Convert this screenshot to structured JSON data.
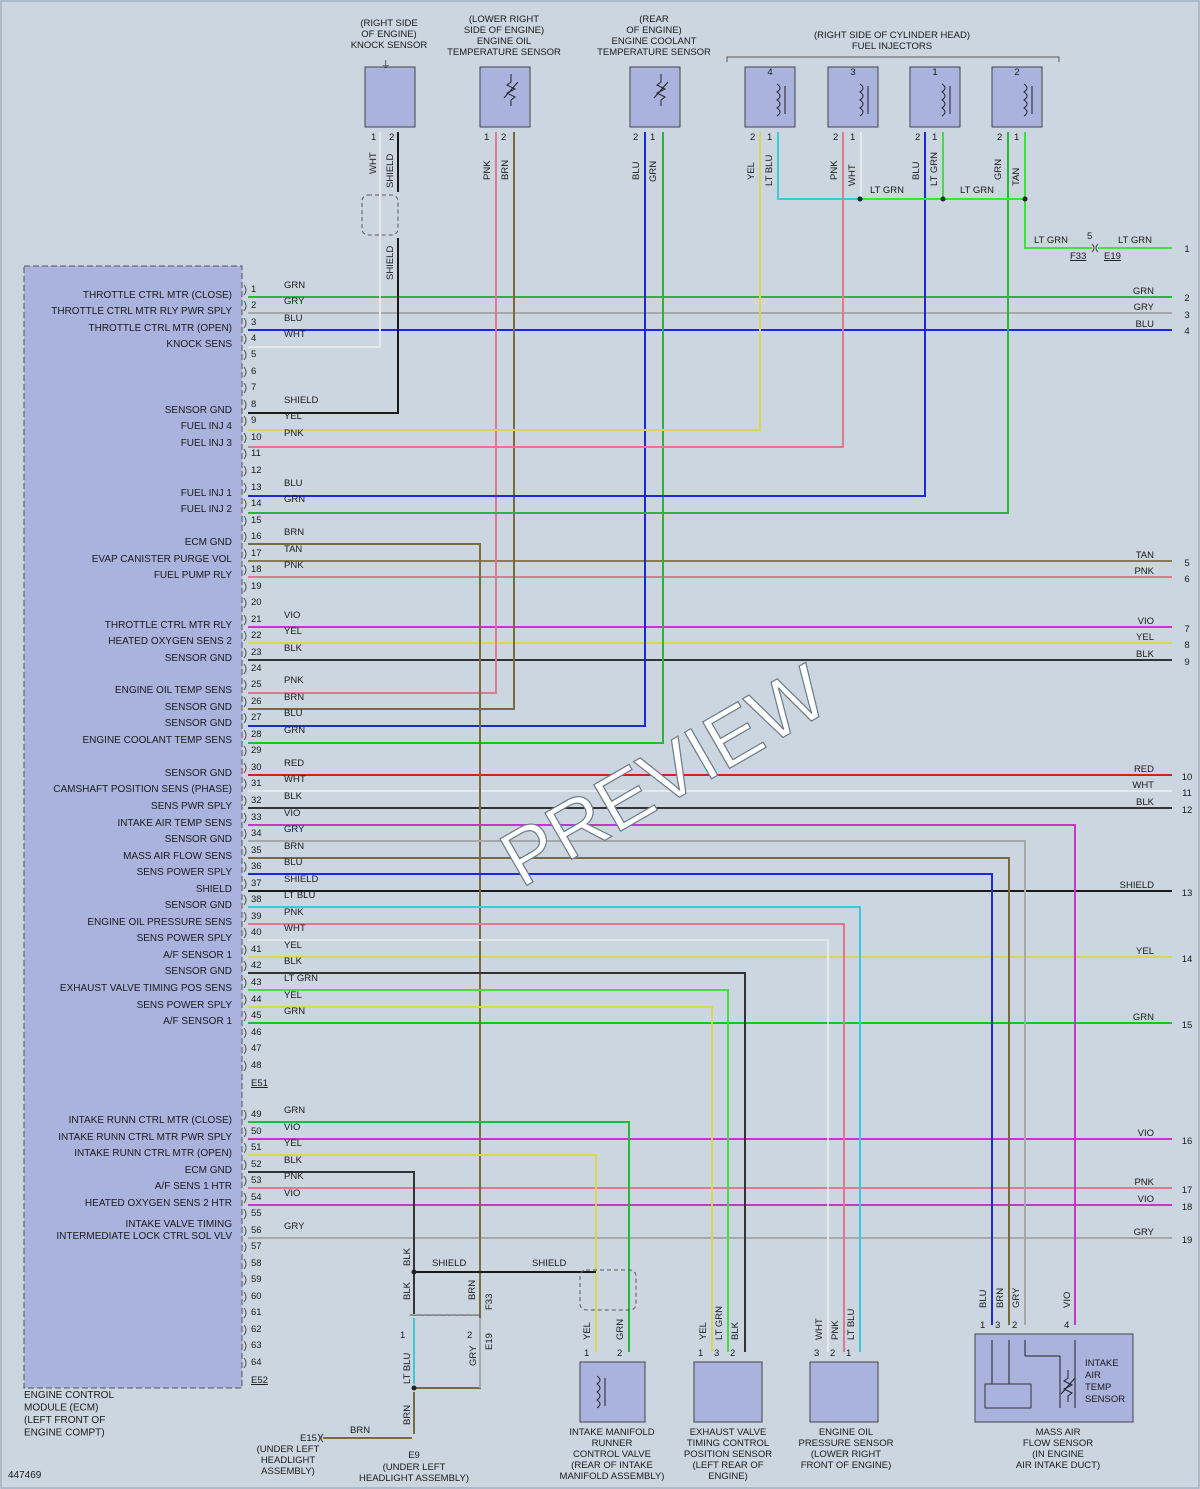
{
  "watermark": "PREVIEW",
  "diagram_id": "447469",
  "ecm": {
    "caption": [
      "ENGINE CONTROL",
      "MODULE (ECM)",
      "(LEFT FRONT OF",
      "ENGINE COMPT)"
    ],
    "connector_e51": "E51",
    "connector_e52": "E52",
    "pins": [
      {
        "n": "1",
        "wire": "GRN",
        "func": "THROTTLE CTRL MTR (CLOSE)",
        "color": "#22bb33",
        "end": "2"
      },
      {
        "n": "2",
        "wire": "GRY",
        "func": "THROTTLE CTRL MTR RLY PWR SPLY",
        "color": "#a8a8a8",
        "end": "3"
      },
      {
        "n": "3",
        "wire": "BLU",
        "func": "THROTTLE CTRL MTR (OPEN)",
        "color": "#1a2ad8",
        "end": "4"
      },
      {
        "n": "4",
        "wire": "WHT",
        "func": "KNOCK SENS",
        "color": "#e8e8e8"
      },
      {
        "n": "5"
      },
      {
        "n": "6"
      },
      {
        "n": "7"
      },
      {
        "n": "8",
        "wire": "SHIELD",
        "func": "SENSOR GND",
        "color": "#1a1a1a"
      },
      {
        "n": "9",
        "wire": "YEL",
        "func": "FUEL INJ 4",
        "color": "#d8d850"
      },
      {
        "n": "10",
        "wire": "PNK",
        "func": "FUEL INJ 3",
        "color": "#e07890"
      },
      {
        "n": "11"
      },
      {
        "n": "12"
      },
      {
        "n": "13",
        "wire": "BLU",
        "func": "FUEL INJ 1",
        "color": "#1a2ad8"
      },
      {
        "n": "14",
        "wire": "GRN",
        "func": "FUEL INJ 2",
        "color": "#22bb33"
      },
      {
        "n": "15"
      },
      {
        "n": "16",
        "wire": "BRN",
        "func": "ECM GND",
        "color": "#7a6a40"
      },
      {
        "n": "17",
        "wire": "TAN",
        "func": "EVAP CANISTER PURGE VOL",
        "color": "#8a7a50",
        "end": "5"
      },
      {
        "n": "18",
        "wire": "PNK",
        "func": "FUEL PUMP RLY",
        "color": "#e07890",
        "end": "6"
      },
      {
        "n": "19"
      },
      {
        "n": "20"
      },
      {
        "n": "21",
        "wire": "VIO",
        "func": "THROTTLE CTRL MTR RLY",
        "color": "#cc33cc",
        "end": "7"
      },
      {
        "n": "22",
        "wire": "YEL",
        "func": "HEATED OXYGEN SENS 2",
        "color": "#d8d850",
        "end": "8"
      },
      {
        "n": "23",
        "wire": "BLK",
        "func": "SENSOR GND",
        "color": "#333333",
        "end": "9"
      },
      {
        "n": "24"
      },
      {
        "n": "25",
        "wire": "PNK",
        "func": "ENGINE OIL TEMP SENS",
        "color": "#e07890"
      },
      {
        "n": "26",
        "wire": "BRN",
        "func": "SENSOR GND",
        "color": "#7a6a40"
      },
      {
        "n": "27",
        "wire": "BLU",
        "func": "SENSOR GND",
        "color": "#1a2ad8"
      },
      {
        "n": "28",
        "wire": "GRN",
        "func": "ENGINE COOLANT TEMP SENS",
        "color": "#22bb33"
      },
      {
        "n": "29"
      },
      {
        "n": "30",
        "wire": "RED",
        "func": "SENSOR GND",
        "color": "#cc2222",
        "end": "10"
      },
      {
        "n": "31",
        "wire": "WHT",
        "func": "CAMSHAFT POSITION SENS (PHASE)",
        "color": "#e8e8e8",
        "end": "11"
      },
      {
        "n": "32",
        "wire": "BLK",
        "func": "SENS PWR SPLY",
        "color": "#333333",
        "end": "12"
      },
      {
        "n": "33",
        "wire": "VIO",
        "func": "INTAKE AIR TEMP SENS",
        "color": "#cc33cc"
      },
      {
        "n": "34",
        "wire": "GRY",
        "func": "SENSOR GND",
        "color": "#a8a8a8"
      },
      {
        "n": "35",
        "wire": "BRN",
        "func": "MASS AIR FLOW SENS",
        "color": "#7a6a40"
      },
      {
        "n": "36",
        "wire": "BLU",
        "func": "SENS POWER SPLY",
        "color": "#1a2ad8"
      },
      {
        "n": "37",
        "wire": "SHIELD",
        "func": "SHIELD",
        "color": "#1a1a1a",
        "end": "13"
      },
      {
        "n": "38",
        "wire": "LT BLU",
        "func": "SENSOR GND",
        "color": "#3cc8d8"
      },
      {
        "n": "39",
        "wire": "PNK",
        "func": "ENGINE OIL PRESSURE SENS",
        "color": "#e07890"
      },
      {
        "n": "40",
        "wire": "WHT",
        "func": "SENS POWER SPLY",
        "color": "#e8e8e8"
      },
      {
        "n": "41",
        "wire": "YEL",
        "func": "A/F SENSOR 1",
        "color": "#d8d850",
        "end": "14"
      },
      {
        "n": "42",
        "wire": "BLK",
        "func": "SENSOR GND",
        "color": "#333333"
      },
      {
        "n": "43",
        "wire": "LT GRN",
        "func": "EXHAUST VALVE TIMING POS SENS",
        "color": "#44dd44"
      },
      {
        "n": "44",
        "wire": "YEL",
        "func": "SENS POWER SPLY",
        "color": "#d8d850"
      },
      {
        "n": "45",
        "wire": "GRN",
        "func": "A/F SENSOR 1",
        "color": "#22bb33",
        "end": "15"
      },
      {
        "n": "46"
      },
      {
        "n": "47"
      },
      {
        "n": "48"
      },
      {
        "n": "49",
        "wire": "GRN",
        "func": "INTAKE RUNN CTRL MTR (CLOSE)",
        "color": "#22bb33"
      },
      {
        "n": "50",
        "wire": "VIO",
        "func": "INTAKE RUNN CTRL MTR PWR SPLY",
        "color": "#cc33cc",
        "end": "16"
      },
      {
        "n": "51",
        "wire": "YEL",
        "func": "INTAKE RUNN CTRL MTR (OPEN)",
        "color": "#d8d850"
      },
      {
        "n": "52",
        "wire": "BLK",
        "func": "ECM GND",
        "color": "#333333"
      },
      {
        "n": "53",
        "wire": "PNK",
        "func": "A/F SENS 1 HTR",
        "color": "#e07890",
        "end": "17"
      },
      {
        "n": "54",
        "wire": "VIO",
        "func": "HEATED OXYGEN SENS 2 HTR",
        "color": "#cc33cc",
        "end": "18"
      },
      {
        "n": "55"
      },
      {
        "n": "56",
        "wire": "GRY",
        "func": "INTAKE VALVE TIMING INTERMEDIATE LOCK CTRL SOL VLV",
        "color": "#a8a8a8",
        "end": "19"
      },
      {
        "n": "57"
      },
      {
        "n": "58"
      },
      {
        "n": "59"
      },
      {
        "n": "60"
      },
      {
        "n": "61"
      },
      {
        "n": "62"
      },
      {
        "n": "63"
      },
      {
        "n": "64"
      }
    ]
  },
  "right_edge": [
    {
      "n": "1",
      "wire": "LT GRN"
    },
    {
      "n": "2",
      "wire": "GRN"
    },
    {
      "n": "3",
      "wire": "GRY"
    },
    {
      "n": "4",
      "wire": "BLU"
    },
    {
      "n": "5",
      "wire": "TAN"
    },
    {
      "n": "6",
      "wire": "PNK"
    },
    {
      "n": "7",
      "wire": "VIO"
    },
    {
      "n": "8",
      "wire": "YEL"
    },
    {
      "n": "9",
      "wire": "BLK"
    },
    {
      "n": "10",
      "wire": "RED"
    },
    {
      "n": "11",
      "wire": "WHT"
    },
    {
      "n": "12",
      "wire": "BLK"
    },
    {
      "n": "13",
      "wire": "SHIELD"
    },
    {
      "n": "14",
      "wire": "YEL"
    },
    {
      "n": "15",
      "wire": "GRN"
    },
    {
      "n": "16",
      "wire": "VIO"
    },
    {
      "n": "17",
      "wire": "PNK"
    },
    {
      "n": "18",
      "wire": "VIO"
    },
    {
      "n": "19",
      "wire": "GRY"
    }
  ],
  "top_components": {
    "knock": {
      "caption": [
        "(RIGHT SIDE",
        "OF ENGINE)",
        "KNOCK SENSOR"
      ],
      "pins": [
        "1",
        "2"
      ],
      "wires": [
        "WHT",
        "SHIELD"
      ],
      "wire2": "SHIELD"
    },
    "oil_temp": {
      "caption": [
        "(LOWER RIGHT",
        "SIDE OF ENGINE)",
        "ENGINE OIL",
        "TEMPERATURE SENSOR"
      ],
      "pins": [
        "1",
        "2"
      ],
      "wires": [
        "PNK",
        "BRN"
      ]
    },
    "coolant": {
      "caption": [
        "(REAR",
        "OF ENGINE)",
        "ENGINE COOLANT",
        "TEMPERATURE SENSOR"
      ],
      "pins": [
        "2",
        "1"
      ],
      "wires": [
        "BLU",
        "GRN"
      ]
    },
    "injectors": {
      "caption": [
        "(RIGHT SIDE OF CYLINDER HEAD)",
        "FUEL INJECTORS"
      ],
      "units": [
        {
          "num": "4",
          "pins": [
            "2",
            "1"
          ],
          "wires": [
            "YEL",
            "LT BLU"
          ]
        },
        {
          "num": "3",
          "pins": [
            "2",
            "1"
          ],
          "wires": [
            "PNK",
            "WHT"
          ]
        },
        {
          "num": "1",
          "pins": [
            "2",
            "1"
          ],
          "wires": [
            "BLU",
            "LT GRN"
          ]
        },
        {
          "num": "2",
          "pins": [
            "2",
            "1"
          ],
          "wires": [
            "GRN",
            "TAN"
          ]
        }
      ],
      "ltgrn": [
        "LT GRN",
        "LT GRN",
        "LT GRN",
        "LT GRN"
      ],
      "connector": {
        "pin": "5",
        "left": "F33",
        "right": "E19"
      }
    }
  },
  "bottom_components": {
    "shield1": "SHIELD",
    "shield2": "SHIELD",
    "ground_wires": {
      "blk1": "BLK",
      "blk2": "BLK",
      "brn": "BRN",
      "f33": "F33",
      "pin2": "2",
      "e19": "E19",
      "pin1": "1",
      "ltblu": "LT BLU",
      "gry": "GRY",
      "brn2": "BRN",
      "brn3": "BRN"
    },
    "e15": {
      "label": "E15",
      "caption": [
        "(UNDER LEFT",
        "HEADLIGHT",
        "ASSEMBLY)"
      ]
    },
    "e9": {
      "label": "E9",
      "caption": [
        "(UNDER LEFT",
        "HEADLIGHT ASSEMBLY)"
      ]
    },
    "intake_runner": {
      "caption": [
        "INTAKE MANIFOLD",
        "RUNNER",
        "CONTROL VALVE",
        "(REAR OF INTAKE",
        "MANIFOLD ASSEMBLY)"
      ],
      "pins": [
        "1",
        "2"
      ],
      "wires": [
        "YEL",
        "GRN"
      ]
    },
    "exhaust_valve": {
      "caption": [
        "EXHAUST VALVE",
        "TIMING CONTROL",
        "POSITION SENSOR",
        "(LEFT REAR OF",
        "ENGINE)"
      ],
      "pins": [
        "1",
        "3",
        "2"
      ],
      "wires": [
        "YEL",
        "LT GRN",
        "BLK"
      ]
    },
    "oil_pressure": {
      "caption": [
        "ENGINE OIL",
        "PRESSURE SENSOR",
        "(LOWER RIGHT",
        "FRONT OF ENGINE)"
      ],
      "pins": [
        "3",
        "2",
        "1"
      ],
      "wires": [
        "WHT",
        "PNK",
        "LT BLU"
      ]
    },
    "maf": {
      "caption": [
        "MASS AIR",
        "FLOW SENSOR",
        "(IN ENGINE",
        "AIR INTAKE DUCT)"
      ],
      "pins": [
        "1",
        "3",
        "2",
        "4"
      ],
      "wires": [
        "BLU",
        "BRN",
        "GRY",
        "VIO"
      ],
      "inner": [
        "INTAKE",
        "AIR",
        "TEMP",
        "SENSOR"
      ]
    }
  }
}
